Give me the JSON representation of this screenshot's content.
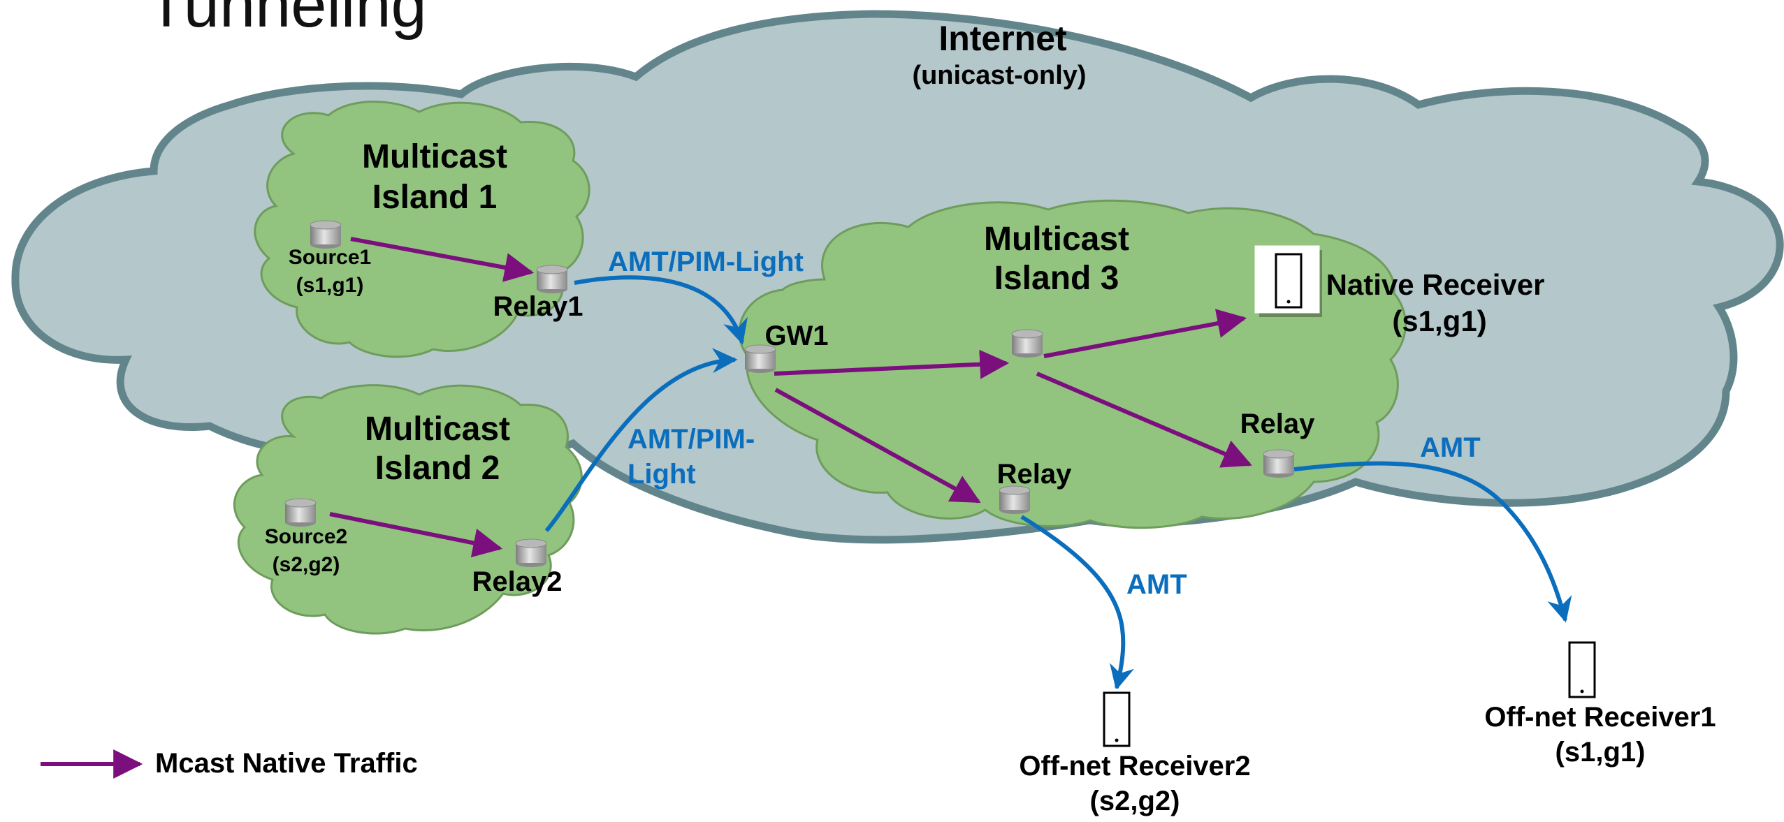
{
  "slide_title_fragment": "Tunneling",
  "internet": {
    "title": "Internet",
    "subtitle": "(unicast-only)"
  },
  "islands": {
    "island1": {
      "line1": "Multicast",
      "line2": "Island 1"
    },
    "island2": {
      "line1": "Multicast",
      "line2": "Island 2"
    },
    "island3": {
      "line1": "Multicast",
      "line2": "Island 3"
    }
  },
  "nodes": {
    "source1": {
      "name": "Source1",
      "group": "(s1,g1)"
    },
    "source2": {
      "name": "Source2",
      "group": "(s2,g2)"
    },
    "relay1": "Relay1",
    "relay2": "Relay2",
    "gw1": "GW1",
    "relay_a": "Relay",
    "relay_b": "Relay"
  },
  "receivers": {
    "native": {
      "name": "Native Receiver",
      "group": "(s1,g1)"
    },
    "offnet1": {
      "name": "Off-net Receiver1",
      "group": "(s1,g1)"
    },
    "offnet2": {
      "name": "Off-net Receiver2",
      "group": "(s2,g2)"
    }
  },
  "tunnels": {
    "amt_pim_light_1": "AMT/PIM-Light",
    "amt_pim_light_2_line1": "AMT/PIM-",
    "amt_pim_light_2_line2": "Light",
    "amt_1": "AMT",
    "amt_2": "AMT"
  },
  "legend": {
    "label": "Mcast Native Traffic"
  },
  "colors": {
    "internet_fill": "#b4c7cb",
    "internet_stroke": "#62858c",
    "island_fill": "#92c47f",
    "island_stroke": "#6e9c5c",
    "native_traffic": "#7b0f7e",
    "tunnel": "#0a6ebd"
  }
}
